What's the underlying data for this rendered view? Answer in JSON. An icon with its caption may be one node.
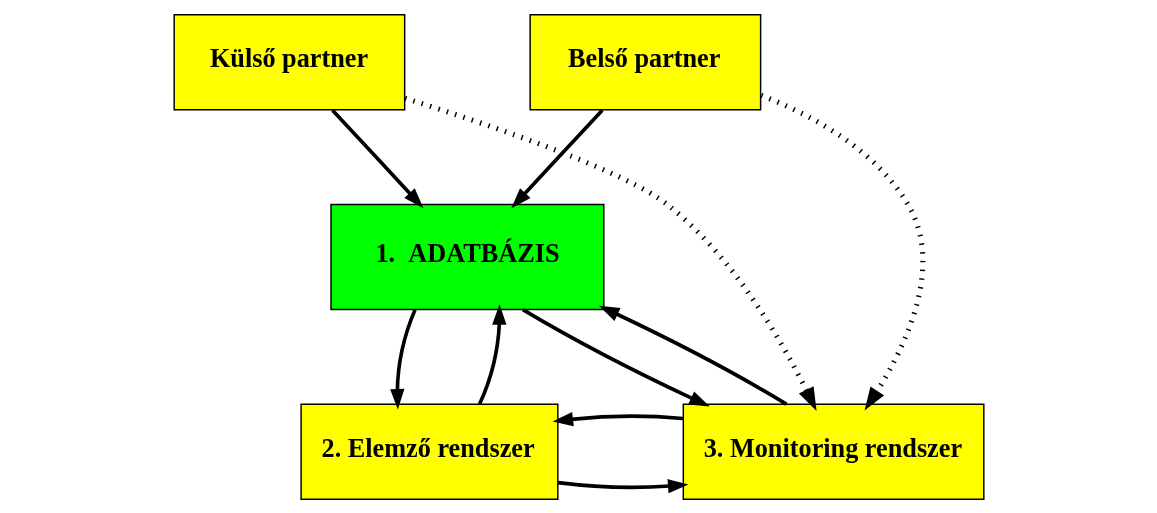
{
  "diagram": {
    "nodes": [
      {
        "text": [
          "Külső partner"
        ]
      },
      {
        "text": [
          "Belső partner"
        ]
      },
      {
        "text": [
          "1.  ADATBÁZIS"
        ]
      },
      {
        "text": [
          "2. Elemző rendszer"
        ]
      },
      {
        "text": [
          "3. Monitoring rendszer"
        ]
      }
    ],
    "edges": [
      {
        "from": 0,
        "to": 2,
        "arrow": "to"
      },
      {
        "from": 1,
        "to": 2,
        "arrow": "to"
      },
      {
        "from": 0,
        "to": 4,
        "arrow": "to",
        "style": "dashed"
      },
      {
        "from": 1,
        "to": 4,
        "arrow": "to",
        "style": "dashed"
      },
      {
        "from": 3,
        "to": 2,
        "arrow": "to"
      },
      {
        "from": 2,
        "to": 3,
        "arrow": "to"
      },
      {
        "from": 2,
        "to": 4,
        "arrow": "to"
      },
      {
        "from": 4,
        "to": 2,
        "arrow": "to"
      },
      {
        "from": 3,
        "to": 4,
        "arrow": "to"
      },
      {
        "from": 4,
        "to": 3,
        "arrow": "to"
      }
    ]
  }
}
